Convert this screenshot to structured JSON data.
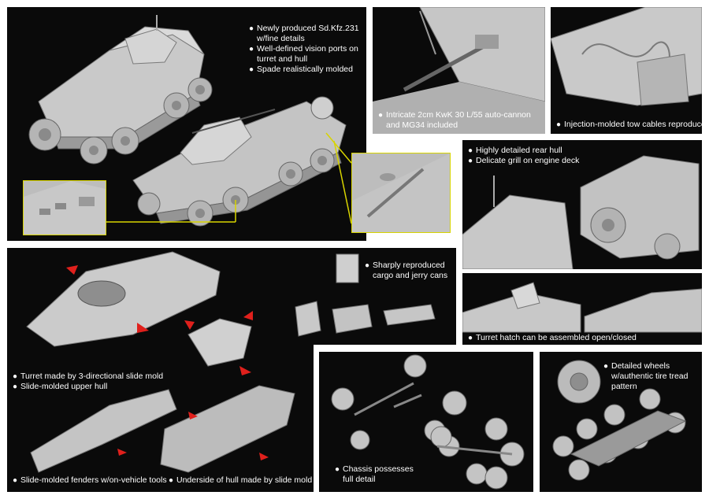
{
  "colors": {
    "panel_bg": "#0a0a0a",
    "page_bg": "#ffffff",
    "model": "#c9c9c9",
    "model_dark": "#8f8f8f",
    "callout_border": "#d8d400",
    "arrow": "#e0201c",
    "text": "#ffffff"
  },
  "p1": {
    "lines": [
      "Newly produced Sd.Kfz.231",
      "w/fine details",
      "Well-defined vision ports on",
      "turret and hull",
      "Spade realistically molded"
    ]
  },
  "p2": {
    "lines": [
      "Intricate 2cm KwK 30 L/55 auto-cannon",
      "and MG34 included"
    ]
  },
  "p3": {
    "lines": [
      "Injection-molded tow cables reproduced"
    ]
  },
  "p4": {
    "lines": [
      "Highly detailed rear hull",
      "Delicate grill on engine deck"
    ]
  },
  "p5": {
    "lines_a": [
      "Turret made by 3-directional slide mold",
      "Slide-molded upper hull"
    ],
    "lines_b": [
      "Slide-molded fenders w/on-vehicle tools"
    ],
    "lines_c": [
      "Underside of hull made by slide mold"
    ]
  },
  "p6": {
    "lines": [
      "Sharply reproduced",
      "cargo and jerry cans"
    ]
  },
  "p7": {
    "lines": [
      "Turret hatch can be assembled open/closed"
    ]
  },
  "p8": {
    "lines": [
      "Chassis possesses",
      "full detail"
    ]
  },
  "p9": {
    "lines": [
      "Detailed wheels",
      "w/authentic tire tread",
      "pattern"
    ]
  },
  "bullet": "●"
}
